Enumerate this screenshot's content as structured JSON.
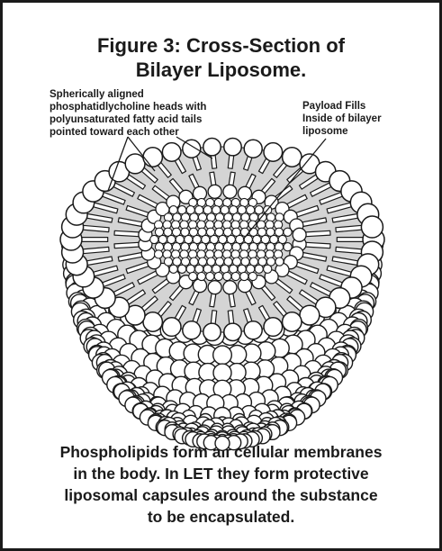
{
  "title": [
    "Figure 3: Cross-Section of",
    "Bilayer Liposome."
  ],
  "labels": {
    "left": [
      "Spherically aligned",
      "phosphatidlycholine heads with",
      "polyunsaturated fatty acid tails",
      "pointed toward each other"
    ],
    "right": [
      "Payload Fills",
      "Inside of bilayer",
      "liposome"
    ]
  },
  "caption": [
    "Phospholipids form all cellular membranes",
    "in the body. In LET they form protective",
    "liposomal capsules around the substance",
    "to be encapsulated."
  ],
  "colors": {
    "ink": "#1a1a1a",
    "interior": "#d4d4d4",
    "head": "#ffffff",
    "background": "#ffffff"
  }
}
